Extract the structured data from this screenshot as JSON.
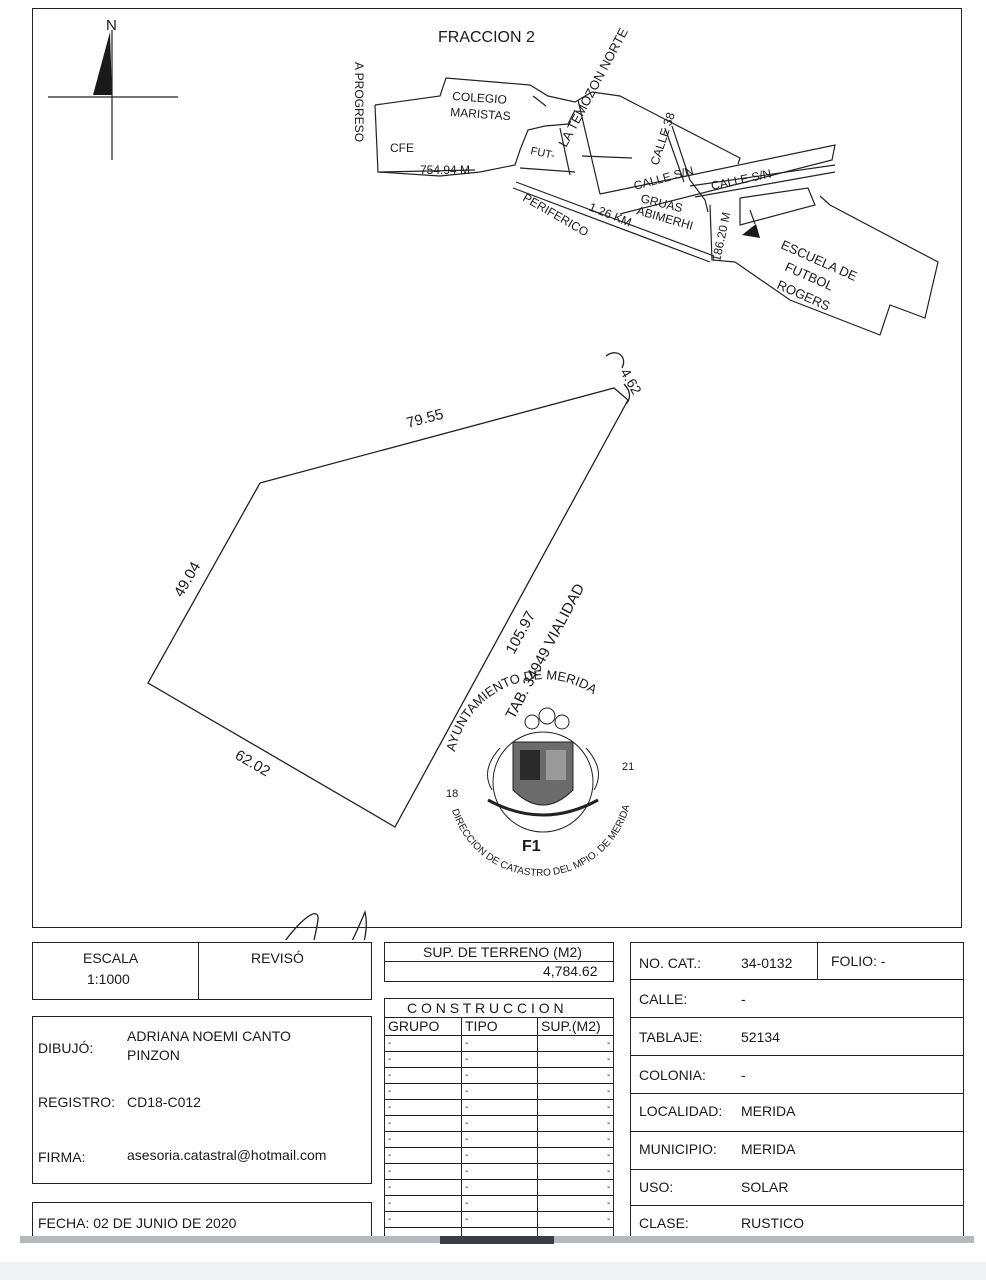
{
  "north_label": "N",
  "locator": {
    "title": "FRACCION 2",
    "labels": {
      "a_progreso": "A PROGRESO",
      "colegio": "COLEGIO",
      "maristas": "MARISTAS",
      "cfe": "CFE",
      "dist_754": "754.94 M",
      "fut": "FUT-",
      "la_temozon": "LA TEMOZON NORTE",
      "calle_38": "CALLE 38",
      "calle_sn_1": "CALLE S/N",
      "calle_sn_2": "CALLE S/N",
      "gruas": "GRUAS",
      "abimerhi": "ABIMERHI",
      "dist_126": "1.26 KM",
      "periferico": "PERIFERICO",
      "dist_186": "186.20 M",
      "escuela": "ESCUELA DE",
      "futbol": "FUTBOL",
      "rogers": "ROGERS"
    }
  },
  "parcel": {
    "side_top": "79.55",
    "side_corner": "4.62",
    "side_left": "49.04",
    "side_right": "105.97",
    "side_bottom": "62.02",
    "adjacent_label": "TAB. 34949 VIALIDAD"
  },
  "seal": {
    "top_text": "AYUNTAMIENTO DE MERIDA",
    "bottom_text": "DIRECCION DE CATASTRO DEL MPIO. DE MERIDA",
    "left_number": "18",
    "right_number": "21",
    "code": "F1"
  },
  "info": {
    "escala_label": "ESCALA",
    "escala_value": "1:1000",
    "reviso_label": "REVISÓ",
    "dibujo_label": "DIBUJÓ:",
    "dibujo_value_1": "ADRIANA NOEMI CANTO",
    "dibujo_value_2": "PINZON",
    "registro_label": "REGISTRO:",
    "registro_value": "CD18-C012",
    "firma_label": "FIRMA:",
    "firma_value": "asesoria.catastral@hotmail.com",
    "fecha": "FECHA: 02 DE JUNIO DE 2020",
    "sup_terreno_label": "SUP. DE TERRENO (M2)",
    "sup_terreno_value": "4,784.62",
    "construccion_label": "C O N S T R U C C I O N",
    "col_grupo": "GRUPO",
    "col_tipo": "TIPO",
    "col_sup": "SUP.(M2)",
    "row_value": "-"
  },
  "cadastre": {
    "no_cat_label": "NO. CAT.:",
    "no_cat_value": "34-0132",
    "folio": "FOLIO: -",
    "calle_label": "CALLE:",
    "calle_value": "-",
    "tablaje_label": "TABLAJE:",
    "tablaje_value": "52134",
    "colonia_label": "COLONIA:",
    "colonia_value": "-",
    "localidad_label": "LOCALIDAD:",
    "localidad_value": "MERIDA",
    "municipio_label": "MUNICIPIO:",
    "municipio_value": "MERIDA",
    "uso_label": "USO:",
    "uso_value": "SOLAR",
    "clase_label": "CLASE:",
    "clase_value": "RUSTICO"
  }
}
